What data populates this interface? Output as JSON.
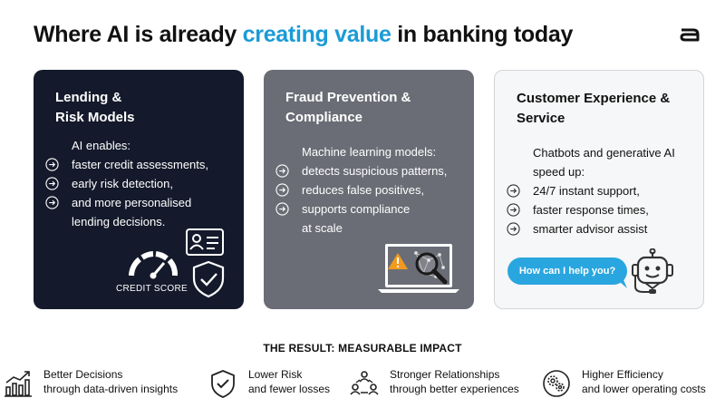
{
  "header": {
    "title_before": "Where AI is already ",
    "title_accent": "creating value",
    "title_after": " in banking today",
    "accent_color": "#1a9bd7",
    "logo_icon": "brand-logo-icon"
  },
  "cards": [
    {
      "title_line1": "Lending &",
      "title_line2": "Risk Models",
      "intro": "AI enables:",
      "bullets": [
        "faster credit assessments,",
        "early risk detection,",
        "and more personalised"
      ],
      "continuation": "lending decisions.",
      "gauge_label": "CREDIT SCORE",
      "background": "#141a2b",
      "icons": [
        "id-card-icon",
        "credit-score-gauge-icon",
        "shield-check-icon",
        "arrow-circle-icon"
      ]
    },
    {
      "title_line1": "Fraud Prevention &",
      "title_line2": "Compliance",
      "intro": "Machine learning models:",
      "bullets": [
        "detects suspicious patterns,",
        "reduces false positives,",
        "supports compliance at scale"
      ],
      "background": "#6b6d76",
      "icons": [
        "laptop-warning-icon",
        "magnifier-icon",
        "arrow-circle-icon"
      ]
    },
    {
      "title_line1": "Customer Experience &",
      "title_line2": "Service",
      "intro": "Chatbots and generative AI speed up:",
      "bullets": [
        "24/7 instant support,",
        "faster response times,",
        "smarter advisor assist"
      ],
      "bubble_text": "How can I help you?",
      "background": "#f6f7f8",
      "icons": [
        "chat-bubble-icon",
        "chatbot-headset-icon",
        "arrow-circle-icon"
      ]
    }
  ],
  "result": {
    "title": "THE RESULT: MEASURABLE IMPACT",
    "items": [
      {
        "line1": "Better Decisions",
        "line2": "through data-driven insights",
        "icon": "growth-chart-icon"
      },
      {
        "line1": "Lower Risk",
        "line2": "and fewer losses",
        "icon": "shield-check-icon"
      },
      {
        "line1": "Stronger Relationships",
        "line2": "through better experiences",
        "icon": "people-network-icon"
      },
      {
        "line1": "Higher Efficiency",
        "line2": "and lower operating costs",
        "icon": "gears-icon"
      }
    ]
  }
}
